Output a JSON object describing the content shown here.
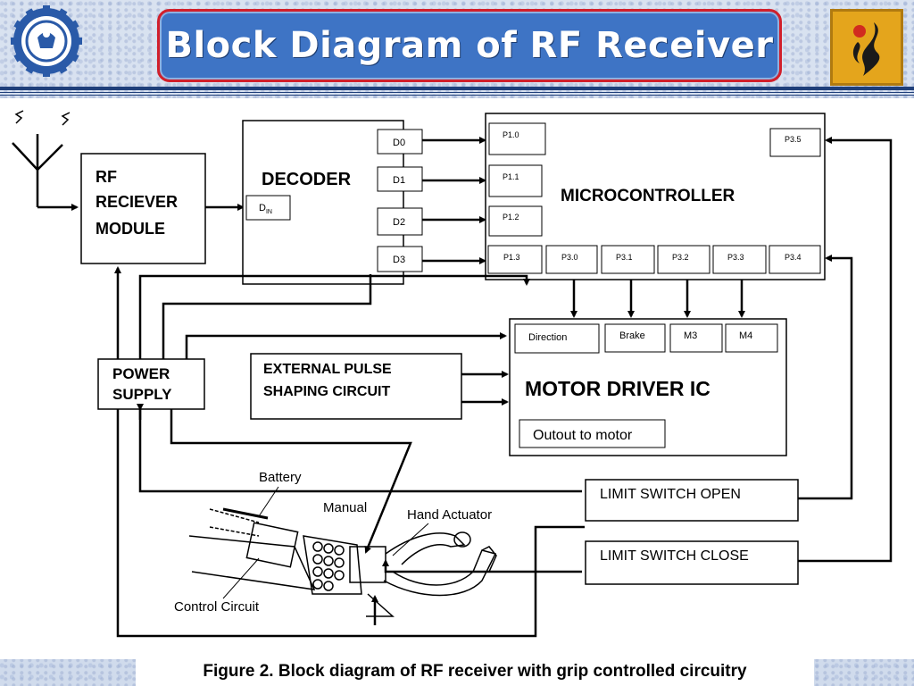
{
  "slide": {
    "title": "Block Diagram of RF Receiver",
    "caption": "Figure  2. Block diagram of RF receiver with grip controlled circuitry"
  },
  "logos": {
    "left": "csir-emblem",
    "right": "institute-logo"
  },
  "colors": {
    "title_bg": "#3e74c5",
    "title_border": "#d11f2b",
    "rule": "#1f3f7a"
  },
  "diagram": {
    "rf_module": [
      "RF",
      "RECIEVER",
      "MODULE"
    ],
    "decoder": {
      "title": "DECODER",
      "din_main": "D",
      "din_sub": "IN",
      "outputs": [
        "D0",
        "D1",
        "D2",
        "D3"
      ]
    },
    "microcontroller": {
      "title": "MICROCONTROLLER",
      "left_pins": [
        "P1.0",
        "P1.1",
        "P1.2"
      ],
      "bottom_pins": [
        "P1.3",
        "P3.0",
        "P3.1",
        "P3.2",
        "P3.3",
        "P3.4"
      ],
      "right_pin": "P3.5"
    },
    "motor_driver": {
      "title": "MOTOR DRIVER IC",
      "inputs": [
        "Direction",
        "Brake",
        "M3",
        "M4"
      ],
      "output": "Outout to motor"
    },
    "power_supply": [
      "POWER",
      "SUPPLY"
    ],
    "pulse_shaping": [
      "EXTERNAL PULSE",
      "SHAPING CIRCUIT"
    ],
    "limit_open": "LIMIT SWITCH OPEN",
    "limit_close": "LIMIT SWITCH CLOSE",
    "hand_labels": {
      "battery": "Battery",
      "manual": "Manual",
      "actuator": "Hand Actuator",
      "control": "Control Circuit"
    }
  }
}
